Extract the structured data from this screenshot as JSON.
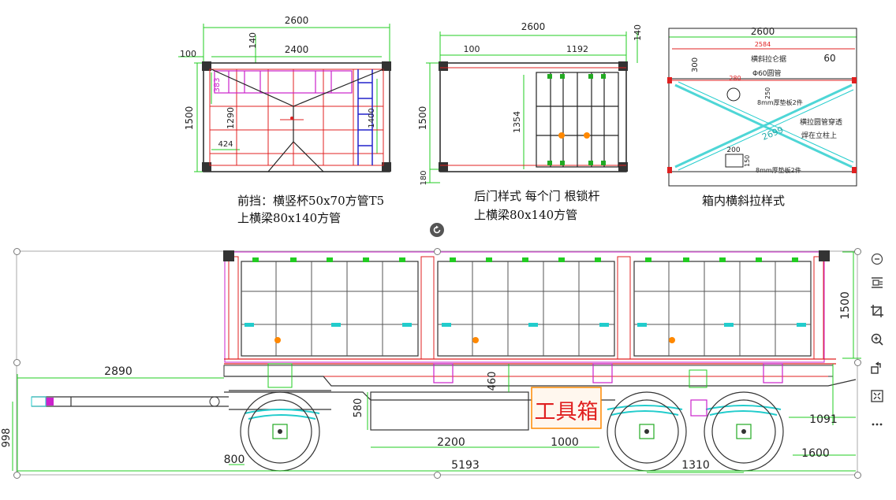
{
  "drawing1": {
    "dims": {
      "overall": "2600",
      "inner": "2400",
      "left": "100",
      "d140": "140",
      "h1500": "1500",
      "d383": "383",
      "d1290": "1290",
      "d424": "424",
      "d1400": "1400"
    },
    "caption_line1": "前挡：横竖杯50x70方管T5",
    "caption_line2": "上横梁80x140方管"
  },
  "drawing2": {
    "dims": {
      "overall": "2600",
      "left": "100",
      "door": "1192",
      "d140": "140",
      "h1500": "1500",
      "h1354": "1354",
      "d180": "180"
    },
    "caption_line1": "后门样式 每个门 根锁杆",
    "caption_line2": "上横梁80x140方管"
  },
  "drawing3": {
    "dims": {
      "overall": "2600",
      "inner": "2584",
      "d60": "60",
      "d300": "300",
      "d280": "280",
      "d250": "250",
      "diag": "2699",
      "d200": "200",
      "d150": "150"
    },
    "notes": {
      "n1": "横斜拉仑据",
      "n2": "Φ60圆管",
      "n3": "8mm厚垫板2件",
      "n4": "横拉圆管穿透",
      "n5": "焊在立柱上",
      "n6": "8mm厚垫板2件"
    },
    "caption": "箱内横斜拉样式"
  },
  "main": {
    "dims": {
      "height": "1500",
      "drawbar": "2890",
      "d460": "460",
      "d580": "580",
      "d998": "998",
      "d1091": "1091",
      "d2200": "2200",
      "d1000": "1000",
      "d800": "800",
      "total": "5193",
      "d1310": "1310",
      "d1600": "1600"
    },
    "toolbox_label": "工具箱"
  },
  "toolbar": {
    "items": [
      {
        "name": "collapse",
        "icon": "minus-circle-icon"
      },
      {
        "name": "layout",
        "icon": "text-wrap-icon"
      },
      {
        "name": "crop",
        "icon": "crop-icon"
      },
      {
        "name": "zoom",
        "icon": "zoom-in-icon"
      },
      {
        "name": "rotate",
        "icon": "rotate-icon"
      },
      {
        "name": "fit",
        "icon": "fit-icon"
      },
      {
        "name": "more",
        "icon": "more-icon"
      }
    ]
  },
  "colors": {
    "green": "#22cc22",
    "red": "#e02020",
    "magenta": "#cc22cc",
    "cyan": "#22cccc",
    "blue": "#2222cc",
    "orange": "#ff8800"
  }
}
